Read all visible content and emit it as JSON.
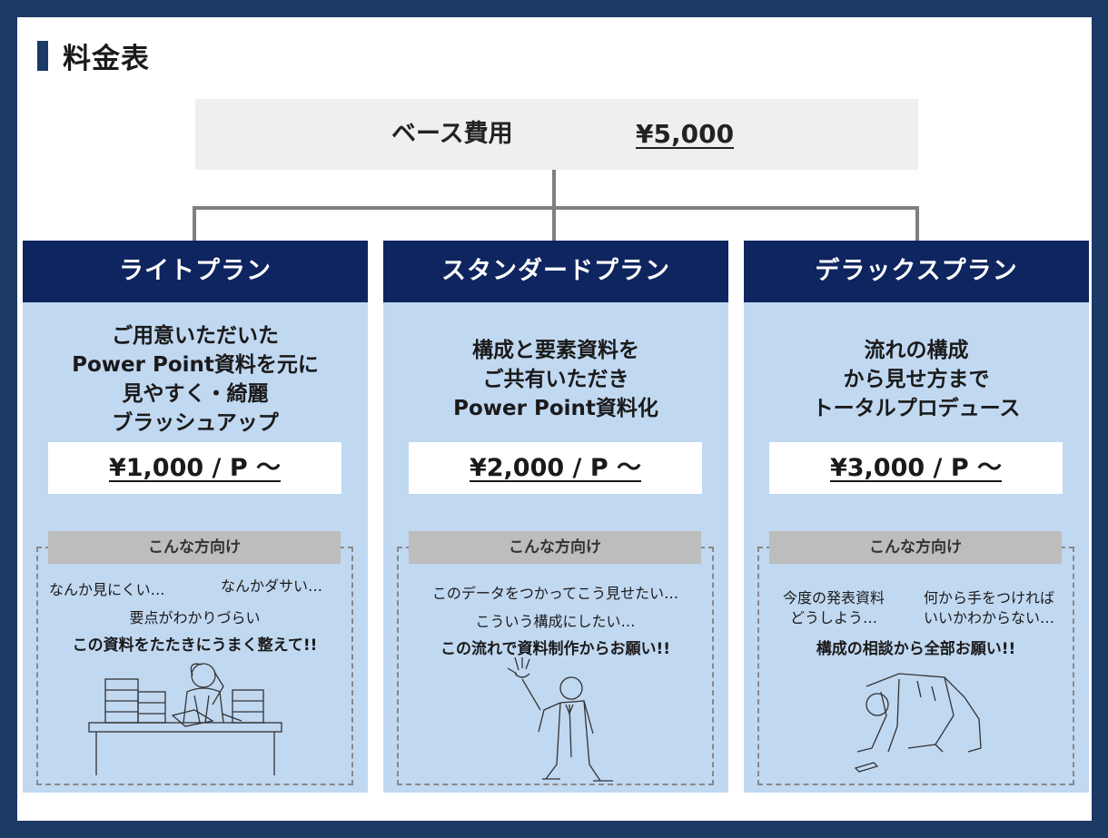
{
  "page": {
    "title": "料金表"
  },
  "base": {
    "label": "ベース費用",
    "price": "¥5,000"
  },
  "target_header": "こんな方向け",
  "plans": [
    {
      "name": "ライトプラン",
      "desc": [
        "ご用意いただいた",
        "Power Point資料を元に",
        "見やすく・綺麗",
        "ブラッシュアップ"
      ],
      "price": "¥1,000 / P 〜",
      "needs": [
        "なんか見にくい…",
        "なんかダサい…",
        "要点がわかりづらい"
      ],
      "request": "この資料をたたきにうまく整えて!!"
    },
    {
      "name": "スタンダードプラン",
      "desc": [
        "構成と要素資料を",
        "ご共有いただき",
        "Power Point資料化"
      ],
      "price": "¥2,000 / P 〜",
      "needs": [
        "このデータをつかってこう見せたい…",
        "こういう構成にしたい…"
      ],
      "request": "この流れで資料制作からお願い!!"
    },
    {
      "name": "デラックスプラン",
      "desc": [
        "流れの構成",
        "から見せ方まで",
        "トータルプロデュース"
      ],
      "price": "¥3,000 / P 〜",
      "needs": [
        "今度の発表資料",
        "どうしよう…",
        "何から手をつければ",
        "いいかわからない…"
      ],
      "request": "構成の相談から全部お願い!!"
    }
  ]
}
